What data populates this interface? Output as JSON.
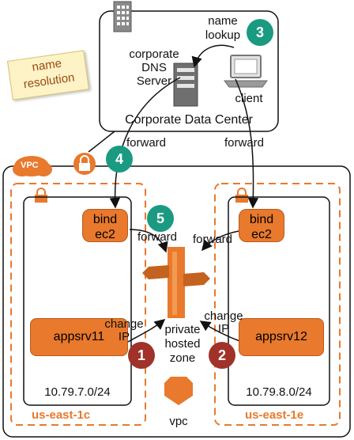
{
  "sticky_note": {
    "line1": "name",
    "line2": "resolution"
  },
  "datacenter": {
    "title": "Corporate Data Center",
    "dns_line1": "corporate",
    "dns_line2": "DNS",
    "dns_line3": "Server",
    "client": "client",
    "lookup_line1": "name",
    "lookup_line2": "lookup"
  },
  "vpc": {
    "badge": "VPC",
    "label": "vpc"
  },
  "forward_labels": {
    "left": "forward",
    "right": "forward",
    "az_left": "forward",
    "az_right": "forward"
  },
  "zones": [
    {
      "name": "us-east-1c",
      "subnet": "10.79.7.0/24",
      "bind_line1": "bind",
      "bind_line2": "ec2",
      "app": "appsrv11",
      "change_line1": "change",
      "change_line2": "IP"
    },
    {
      "name": "us-east-1e",
      "subnet": "10.79.8.0/24",
      "bind_line1": "bind",
      "bind_line2": "ec2",
      "app": "appsrv12",
      "change_line1": "change",
      "change_line2": "IP"
    }
  ],
  "hosted_zone": {
    "line1": "private",
    "line2": "hosted",
    "line3": "zone"
  },
  "steps": {
    "s1": "1",
    "s2": "2",
    "s3": "3",
    "s4": "4",
    "s5": "5"
  },
  "colors": {
    "orange": "#e8792d",
    "teal": "#1b9a82",
    "red": "#a0322a",
    "sticky": "#fdf3c6"
  }
}
